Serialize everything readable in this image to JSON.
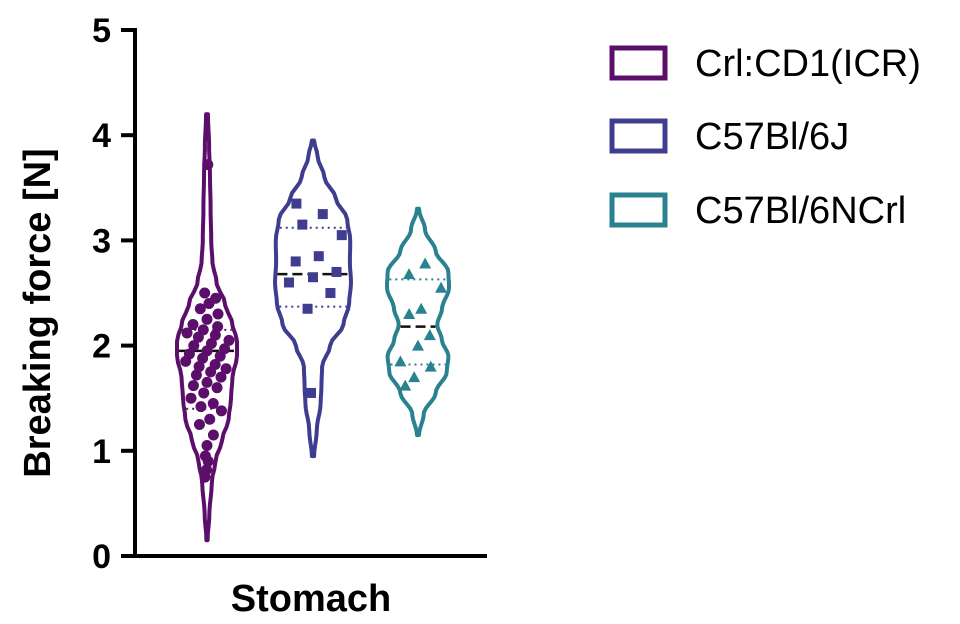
{
  "chart_data": {
    "type": "violin",
    "ylabel": "Breaking force [N]",
    "xlabel": "Stomach",
    "ylim": [
      0,
      5
    ],
    "yticks": [
      "0",
      "1",
      "2",
      "3",
      "4",
      "5"
    ],
    "grid": false,
    "legend_position": "right",
    "series": [
      {
        "name": "Crl:CD1(ICR)",
        "color": "#5B0F6B",
        "marker": "circle",
        "min": 0.15,
        "max": 4.2,
        "median": 1.95,
        "q1": 1.4,
        "q3": 2.15,
        "density": [
          [
            0.15,
            0.02
          ],
          [
            0.4,
            0.08
          ],
          [
            0.7,
            0.16
          ],
          [
            0.9,
            0.28
          ],
          [
            1.1,
            0.5
          ],
          [
            1.3,
            0.72
          ],
          [
            1.5,
            0.8
          ],
          [
            1.7,
            0.85
          ],
          [
            1.9,
            1.0
          ],
          [
            2.05,
            1.0
          ],
          [
            2.2,
            0.85
          ],
          [
            2.4,
            0.6
          ],
          [
            2.6,
            0.32
          ],
          [
            2.8,
            0.18
          ],
          [
            3.0,
            0.14
          ],
          [
            3.3,
            0.12
          ],
          [
            3.6,
            0.1
          ],
          [
            3.9,
            0.07
          ],
          [
            4.2,
            0.03
          ]
        ],
        "points": [
          0.75,
          0.82,
          0.9,
          0.95,
          1.05,
          1.15,
          1.25,
          1.3,
          1.38,
          1.42,
          1.45,
          1.5,
          1.55,
          1.6,
          1.62,
          1.65,
          1.7,
          1.72,
          1.75,
          1.78,
          1.8,
          1.82,
          1.85,
          1.88,
          1.9,
          1.92,
          1.95,
          1.97,
          2.0,
          2.02,
          2.05,
          2.08,
          2.1,
          2.12,
          2.15,
          2.18,
          2.2,
          2.25,
          2.3,
          2.35,
          2.4,
          2.45,
          2.5,
          3.72
        ]
      },
      {
        "name": "C57Bl/6J",
        "color": "#3E3D8F",
        "marker": "square",
        "min": 0.95,
        "max": 3.95,
        "median": 2.68,
        "q1": 2.37,
        "q3": 3.12,
        "density": [
          [
            0.95,
            0.03
          ],
          [
            1.2,
            0.1
          ],
          [
            1.45,
            0.2
          ],
          [
            1.6,
            0.22
          ],
          [
            1.8,
            0.24
          ],
          [
            2.0,
            0.45
          ],
          [
            2.2,
            0.8
          ],
          [
            2.4,
            0.95
          ],
          [
            2.6,
            1.0
          ],
          [
            2.8,
            0.97
          ],
          [
            3.0,
            0.98
          ],
          [
            3.2,
            0.9
          ],
          [
            3.4,
            0.6
          ],
          [
            3.6,
            0.3
          ],
          [
            3.8,
            0.12
          ],
          [
            3.95,
            0.03
          ]
        ],
        "points": [
          1.55,
          2.35,
          2.5,
          2.6,
          2.65,
          2.7,
          2.8,
          2.85,
          3.05,
          3.15,
          3.25,
          3.35
        ]
      },
      {
        "name": "C57Bl/6NCrl",
        "color": "#2A8290",
        "marker": "triangle",
        "min": 1.15,
        "max": 3.3,
        "median": 2.18,
        "q1": 1.82,
        "q3": 2.63,
        "density": [
          [
            1.15,
            0.03
          ],
          [
            1.35,
            0.18
          ],
          [
            1.55,
            0.55
          ],
          [
            1.75,
            0.9
          ],
          [
            1.9,
            0.95
          ],
          [
            2.05,
            0.75
          ],
          [
            2.2,
            0.6
          ],
          [
            2.35,
            0.75
          ],
          [
            2.55,
            0.97
          ],
          [
            2.7,
            0.95
          ],
          [
            2.9,
            0.55
          ],
          [
            3.1,
            0.22
          ],
          [
            3.3,
            0.03
          ]
        ],
        "points": [
          1.62,
          1.7,
          1.8,
          1.85,
          2.0,
          2.1,
          2.3,
          2.35,
          2.55,
          2.68,
          2.78
        ]
      }
    ]
  }
}
